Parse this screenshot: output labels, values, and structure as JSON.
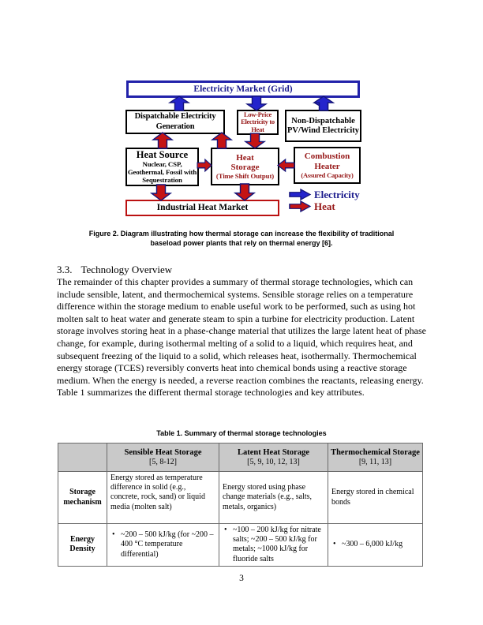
{
  "colors": {
    "navy": "#14147a",
    "blue-fill": "#2424cc",
    "blue-border": "#2222aa",
    "blue-text": "#1a1a8c",
    "red-fill": "#c41414",
    "red-text": "#961717",
    "red-border": "#bb1111",
    "table-header-bg": "#c9c9c9"
  },
  "diagram": {
    "boxes": {
      "electricity_market": "Electricity Market (Grid)",
      "dispatchable": "Dispatchable Electricity Generation",
      "low_price": "Low-Price Electricity to Heat",
      "non_dispatchable": "Non-Dispatchable PV/Wind Electricity",
      "heat_source_title": "Heat Source",
      "heat_source_sub": "Nuclear, CSP, Geothermal, Fossil with Sequestration",
      "heat_storage_title": "Heat Storage",
      "heat_storage_sub": "(Time Shift Output)",
      "combustion_title": "Combustion Heater",
      "combustion_sub": "(Assured Capacity)",
      "industrial": "Industrial Heat Market"
    },
    "legend": {
      "electricity": "Electricity",
      "heat": "Heat"
    }
  },
  "figure_caption": {
    "line1": "Figure 2. Diagram illustrating how thermal storage can increase the flexibility of traditional",
    "line2": "baseload power plants that rely on thermal energy [6]."
  },
  "section": {
    "number": "3.3.",
    "title": "Technology Overview",
    "body": "The remainder of this chapter provides a summary of thermal storage technologies, which can include sensible, latent, and thermochemical systems. Sensible storage relies on a temperature difference within the storage medium to enable useful work to be performed, such as using hot molten salt to heat water and generate steam to spin a turbine for electricity production. Latent storage involves storing heat in a phase-change material that utilizes the large latent heat of phase change, for example, during isothermal melting of a solid to a liquid, which requires heat, and subsequent freezing of the liquid to a solid, which releases heat, isothermally. Thermochemical energy storage (TCES) reversibly converts heat into chemical bonds using a reactive storage medium. When the energy is needed, a reverse reaction combines the reactants, releasing energy. Table 1 summarizes the different thermal storage technologies and key attributes."
  },
  "table": {
    "title": "Table 1. Summary of thermal storage technologies",
    "columns": [
      {
        "name": "",
        "refs": ""
      },
      {
        "name": "Sensible Heat Storage",
        "refs": "[5, 8-12]"
      },
      {
        "name": "Latent Heat Storage",
        "refs": "[5, 9, 10, 12, 13]"
      },
      {
        "name": "Thermochemical Storage",
        "refs": "[9, 11, 13]"
      }
    ],
    "rows": [
      {
        "label": "Storage mechanism",
        "cells": [
          "Energy stored as temperature difference in solid (e.g., concrete, rock, sand) or liquid media (molten salt)",
          "Energy stored using phase change materials (e.g., salts, metals, organics)",
          "Energy stored in chemical bonds"
        ]
      },
      {
        "label": "Energy Density",
        "cells": [
          "~200 – 500 kJ/kg (for ~200 – 400 °C temperature differential)",
          "~100 – 200 kJ/kg for nitrate salts; ~200 – 500 kJ/kg for metals; ~1000 kJ/kg for fluoride salts",
          "~300 – 6,000 kJ/kg"
        ]
      }
    ]
  },
  "page": {
    "number": "3"
  }
}
